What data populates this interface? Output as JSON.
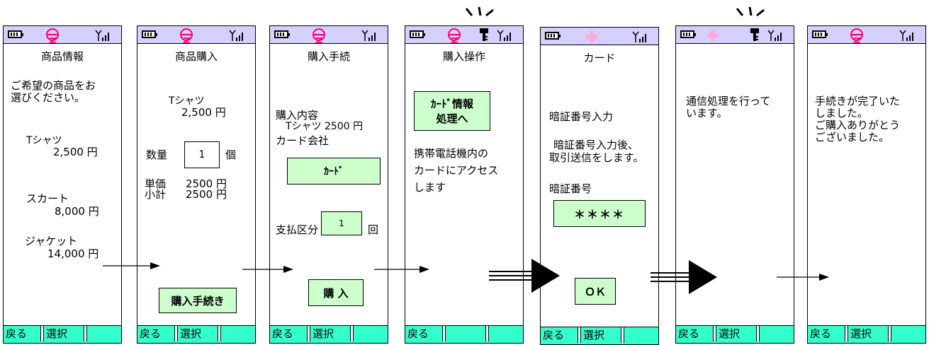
{
  "colors": {
    "status_bar": "#d4d0ff",
    "soft_key_bar": "#33ffcc",
    "button_fill": "#ccffcc",
    "ez_icon": "#ff0066",
    "cross_icon": "#ffaadd"
  },
  "soft_keys": {
    "back": "戻る",
    "select": "選択"
  },
  "screens": [
    {
      "title": "商品情報",
      "intro_line1": "ご希望の商品をお",
      "intro_line2": "選びください。",
      "item1_name": "Tシャツ",
      "item1_price": "2,500 円",
      "item2_name": "スカート",
      "item2_price": "8,000 円",
      "item3_name": "ジャケット",
      "item3_price": "14,000 円"
    },
    {
      "title": "商品購入",
      "item_name": "Tシャツ",
      "item_price": "2,500 円",
      "qty_label": "数量",
      "qty_value": "1",
      "qty_unit": "個",
      "unit_price_label": "単価",
      "unit_price_value": "2500 円",
      "subtotal_label": "小計",
      "subtotal_value": "2500 円",
      "proceed_button": "購入手続き"
    },
    {
      "title": "購入手続",
      "contents_label": "購入内容",
      "contents_value": "Tシャツ 2500 円",
      "card_company_label": "カード会社",
      "card_button": "ｶｰﾄﾞ",
      "payment_label": "支払区分",
      "payment_value": "1",
      "payment_unit": "回",
      "buy_button": "購 入"
    },
    {
      "title": "購入操作",
      "card_info_button_line1": "ｶｰﾄﾞ情報",
      "card_info_button_line2": "処理へ",
      "msg_line1": "携帯電話機内の",
      "msg_line2": "カードにアクセス",
      "msg_line3": "します"
    },
    {
      "title": "カード",
      "pin_entry_label": "暗証番号入力",
      "pin_note_line1": "暗証番号入力後、",
      "pin_note_line2": "取引送信をします。",
      "pin_label": "暗証番号",
      "pin_value": "＊＊＊＊",
      "ok_button": "ＯＫ"
    },
    {
      "msg_line1": "通信処理を行って",
      "msg_line2": "います。"
    },
    {
      "msg_line1": "手続きが完了いた",
      "msg_line2": "しました。",
      "msg_line3": "ご購入ありがとう",
      "msg_line4": "ございました。"
    }
  ]
}
